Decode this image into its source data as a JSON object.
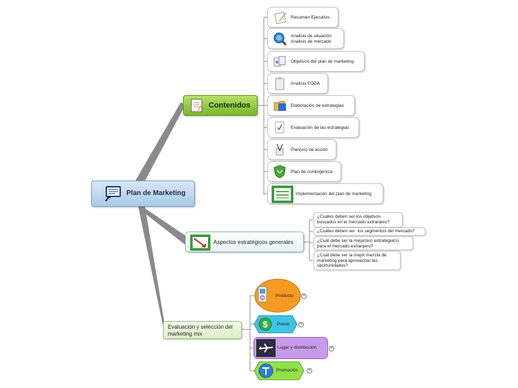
{
  "root": {
    "label": "Plan de Marketing",
    "icon": "presentation-icon"
  },
  "contenidos": {
    "label": "Contenidos",
    "icon": "notepad-icon",
    "items": [
      {
        "label": "Resumen Ejecutivo",
        "icon": "document-pencil-icon"
      },
      {
        "label": "Análisis de situación\nAnálisis de mercado",
        "icon": "magnifier-globe-icon"
      },
      {
        "label": "Objetivos del plan de marketing",
        "icon": "documents-icon"
      },
      {
        "label": "Análisis FODA",
        "icon": "clipboard-icon"
      },
      {
        "label": "Elaboración de estrategias",
        "icon": "folder-icon"
      },
      {
        "label": "Evaluación de las estrategias",
        "icon": "checklist-icon"
      },
      {
        "label": "Plan(es) de acción",
        "icon": "tools-icon"
      },
      {
        "label": "Plan de contingencia",
        "icon": "shield-icon"
      },
      {
        "label": "Implementación del plan de marketing",
        "icon": "board-icon"
      }
    ]
  },
  "aspectos": {
    "label": "Aspectos estratégicos generales",
    "icon": "chart-icon",
    "questions": [
      "¿Cuáles deben ser los objetivos\nbuscados en el mercado extranjero?",
      "¿Cuáles deben ser  los segmentos del mercado?",
      "¿Cuál debe ser la mejor(es) estrategia(s)\npara el mercado extranjero?",
      "¿Cuál debe ser la mejor mezcla de\nmarketing para aprovechar las\noportunidades?"
    ]
  },
  "evaluacion": {
    "label": "Evaluación y selección del marketing mix",
    "items": [
      {
        "label": "Producto",
        "icon": "ipod-icon",
        "color": "#f59a22"
      },
      {
        "label": "Precio",
        "icon": "dollar-icon",
        "color": "#3fc3e8"
      },
      {
        "label": "Lugar y distribución",
        "icon": "airplane-icon",
        "color": "#c79be8"
      },
      {
        "label": "Promoción",
        "icon": "globe-icon",
        "color": "#92e04a"
      }
    ]
  },
  "expander_symbol": "+"
}
